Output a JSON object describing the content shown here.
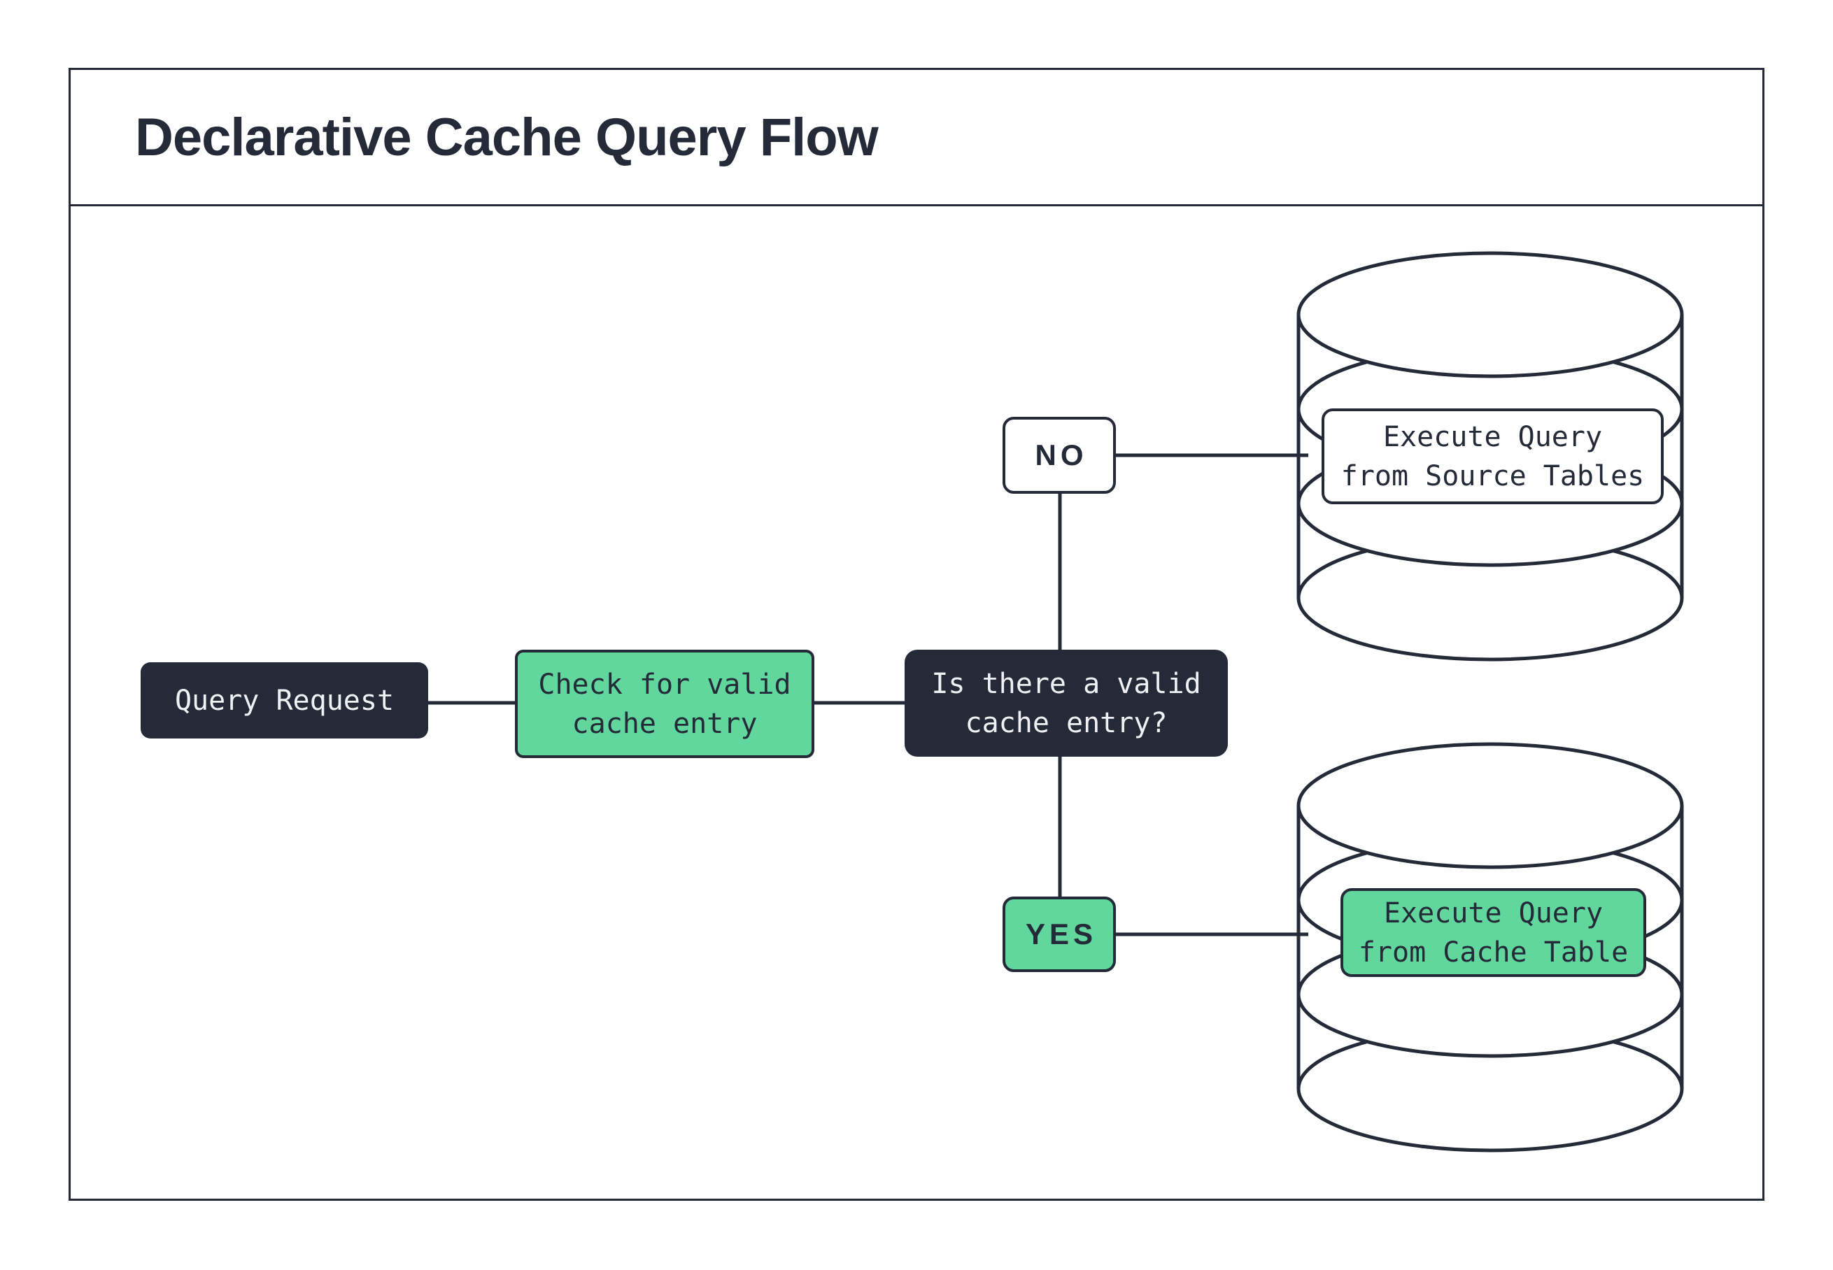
{
  "title": "Declarative Cache Query Flow",
  "flow": {
    "query_request": {
      "label": "Query Request"
    },
    "check_cache": {
      "line1": "Check for valid",
      "line2": "cache entry"
    },
    "decision": {
      "line1": "Is there a valid",
      "line2": "cache entry?"
    },
    "branch_no": {
      "label": "NO"
    },
    "branch_yes": {
      "label": "YES"
    },
    "source_db_action": {
      "line1": "Execute Query",
      "line2": "from Source Tables"
    },
    "cache_db_action": {
      "line1": "Execute Query",
      "line2": "from Cache Table"
    }
  },
  "edges": [
    {
      "from": "query_request",
      "to": "check_cache"
    },
    {
      "from": "check_cache",
      "to": "decision"
    },
    {
      "from": "decision",
      "to": "branch_no"
    },
    {
      "from": "branch_no",
      "to": "source_db_action"
    },
    {
      "from": "decision",
      "to": "branch_yes"
    },
    {
      "from": "branch_yes",
      "to": "cache_db_action"
    }
  ],
  "colors": {
    "dark": "#242A38",
    "green": "#62D79D",
    "light_text": "#EFF1F4",
    "background": "#FFFFFF"
  }
}
